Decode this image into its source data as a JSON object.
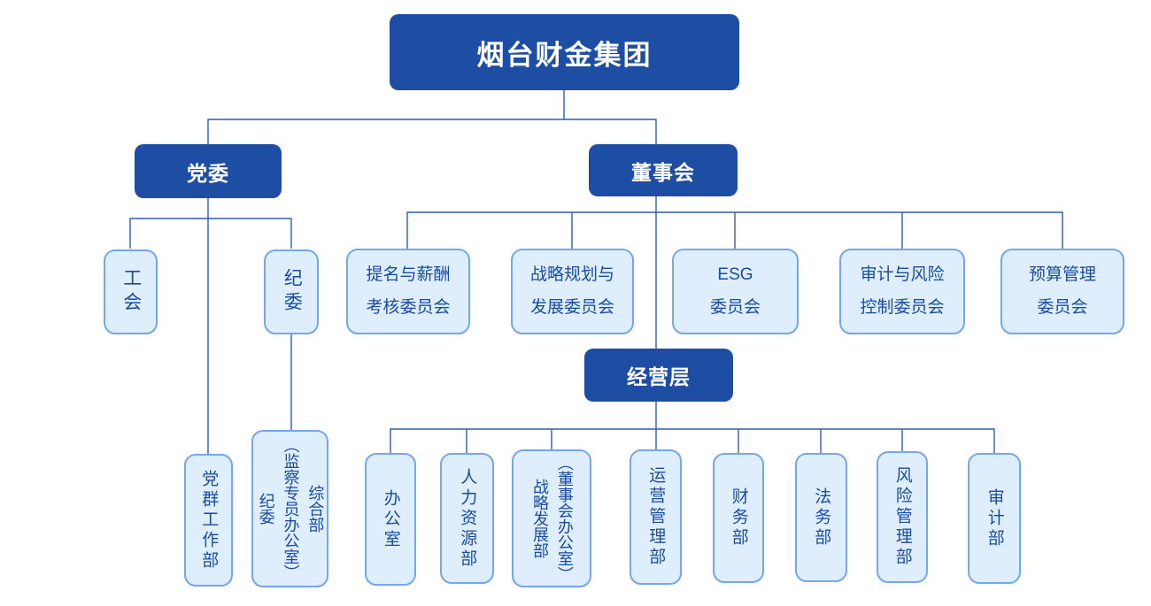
{
  "org": {
    "root": {
      "label": "烟台财金集团"
    },
    "level2": {
      "party": {
        "label": "党委"
      },
      "board": {
        "label": "董事会"
      }
    },
    "management": {
      "label": "经营层"
    },
    "party_children": [
      {
        "label": "工会"
      },
      {
        "label": "纪委"
      }
    ],
    "party_departments": [
      {
        "label": "党群工作部"
      },
      {
        "label": "纪委\n（监察专员办公室）\n综合部"
      }
    ],
    "board_committees": [
      {
        "label": "提名与薪酬\n考核委员会"
      },
      {
        "label": "战略规划与\n发展委员会"
      },
      {
        "label": "ESG\n委员会"
      },
      {
        "label": "审计与风险\n控制委员会"
      },
      {
        "label": "预算管理\n委员会"
      }
    ],
    "management_departments": [
      {
        "label": "办公室"
      },
      {
        "label": "人力资源部"
      },
      {
        "label": "战略发展部\n（董事会办公室）"
      },
      {
        "label": "运营管理部"
      },
      {
        "label": "财务部"
      },
      {
        "label": "法务部"
      },
      {
        "label": "风险管理部"
      },
      {
        "label": "审计部"
      }
    ]
  },
  "colors": {
    "primary_dark_blue": "#1D4EA3",
    "light_box_fill": "#DFEEFC",
    "light_box_border": "#74A7EC",
    "text_blue": "#1A4CA2",
    "connector_line": "#2E5EAE"
  }
}
